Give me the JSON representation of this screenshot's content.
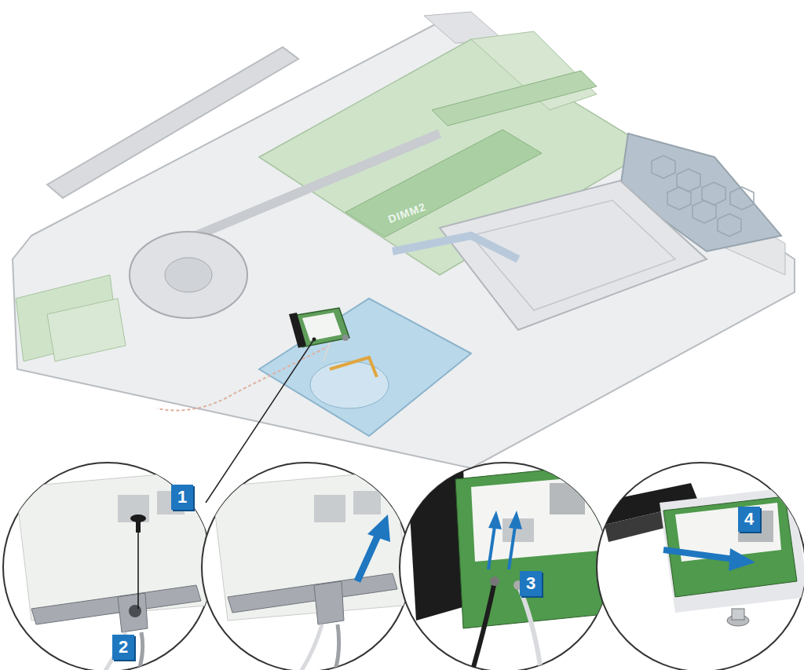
{
  "diagram": {
    "labels": [
      "1",
      "2",
      "3",
      "4",
      "DIMM2"
    ]
  }
}
